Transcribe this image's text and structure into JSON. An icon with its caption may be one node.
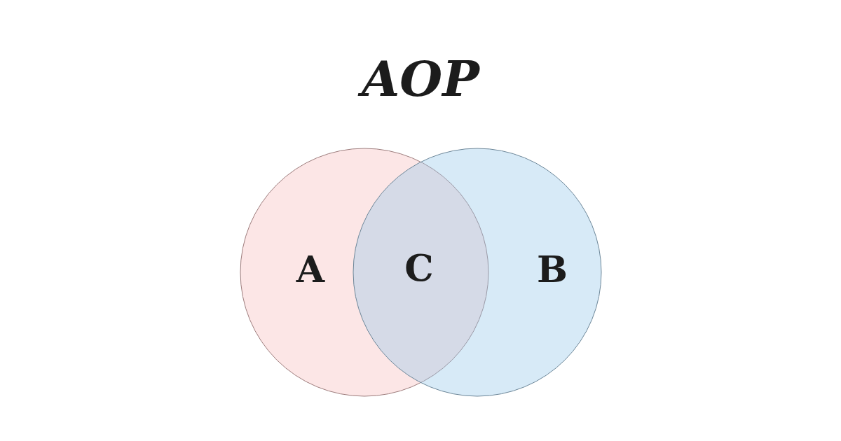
{
  "diagram": {
    "title": "AOP",
    "nodes": [
      {
        "text": [
          "A"
        ]
      },
      {
        "text": [
          "B"
        ]
      }
    ],
    "edges": [],
    "labels": [
      "C"
    ]
  }
}
